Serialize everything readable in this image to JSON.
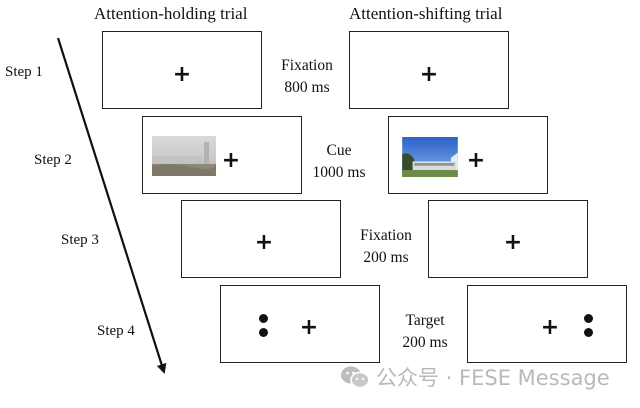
{
  "columns": {
    "left_title": "Attention-holding trial",
    "right_title": "Attention-shifting trial"
  },
  "steps": [
    {
      "label": "Step 1",
      "phase": "Fixation",
      "duration": "800 ms"
    },
    {
      "label": "Step 2",
      "phase": "Cue",
      "duration": "1000 ms"
    },
    {
      "label": "Step 3",
      "phase": "Fixation",
      "duration": "200 ms"
    },
    {
      "label": "Step 4",
      "phase": "Target",
      "duration": "200 ms"
    }
  ],
  "fixation_symbol": "+",
  "cue_images": {
    "left": "hazy-city-skyline-photo",
    "right": "blue-sky-building-photo"
  },
  "watermark": {
    "icon": "wechat-icon",
    "text": "公众号 · FESE Message"
  },
  "colors": {
    "frame": "#222222",
    "watermark": "#b9b9b9"
  }
}
